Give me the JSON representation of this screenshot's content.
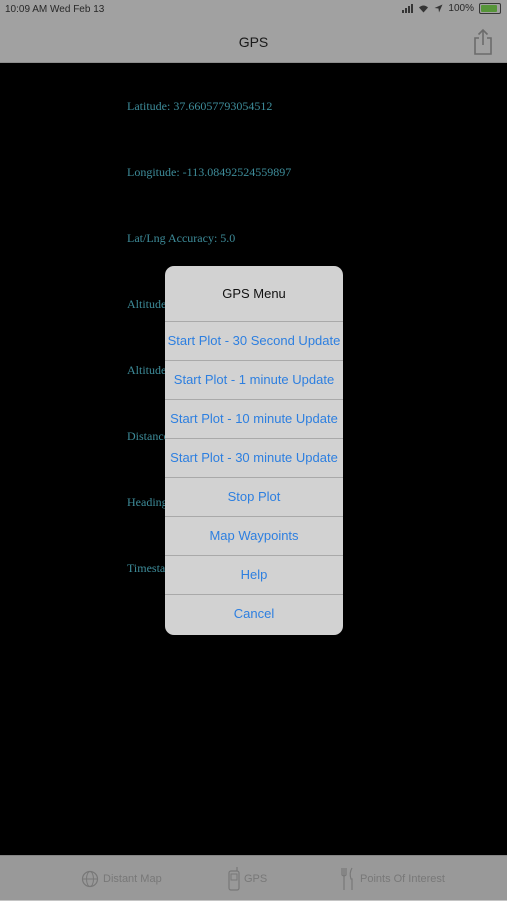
{
  "status_bar": {
    "time_date": "10:09 AM   Wed Feb 13",
    "battery_percent": "100%",
    "battery_level": 1.0,
    "icons": [
      "signal-icon",
      "wifi-icon",
      "location-icon",
      "battery-icon"
    ]
  },
  "nav": {
    "title": "GPS",
    "share_icon": "share-icon"
  },
  "readouts": [
    "Latitude: 37.66057793054512",
    "Longitude: -113.08492524559897",
    "Lat/Lng Accuracy: 5.0",
    "Altitude (",
    "Altitude A",
    "Distance:",
    "Heading:",
    "Timestam"
  ],
  "menu": {
    "title": "GPS Menu",
    "items": [
      "Start Plot - 30 Second Update",
      "Start Plot - 1 minute Update",
      "Start Plot - 10 minute Update",
      "Start Plot - 30 minute Update",
      "Stop Plot",
      "Map Waypoints",
      "Help",
      "Cancel"
    ]
  },
  "tabs": [
    {
      "label": "Distant Map",
      "icon": "globe-icon"
    },
    {
      "label": "GPS",
      "icon": "gps-device-icon"
    },
    {
      "label": "Points Of Interest",
      "icon": "utensils-icon"
    }
  ],
  "colors": {
    "readout_text": "#4fb3c4",
    "menu_action": "#2d7fe0",
    "bars": "#cfcfcf"
  }
}
